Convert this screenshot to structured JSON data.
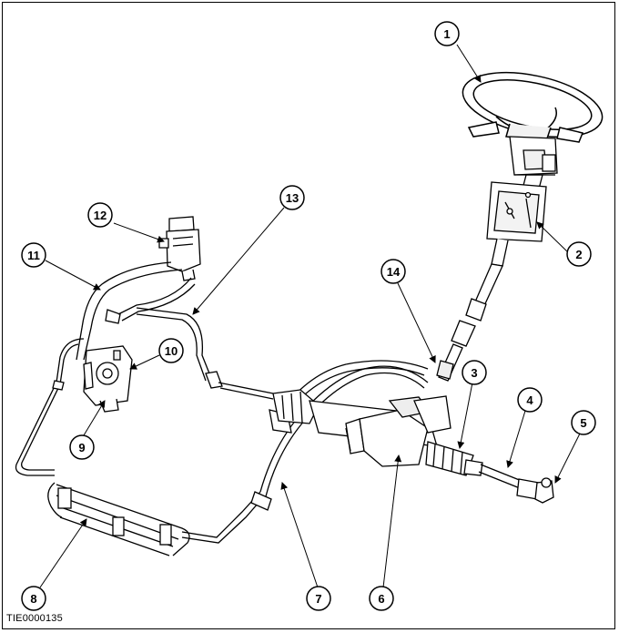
{
  "figure_id": "TIE0000135",
  "callouts": [
    {
      "label": "1"
    },
    {
      "label": "2"
    },
    {
      "label": "3"
    },
    {
      "label": "4"
    },
    {
      "label": "5"
    },
    {
      "label": "6"
    },
    {
      "label": "7"
    },
    {
      "label": "8"
    },
    {
      "label": "9"
    },
    {
      "label": "10"
    },
    {
      "label": "11"
    },
    {
      "label": "12"
    },
    {
      "label": "13"
    },
    {
      "label": "14"
    }
  ]
}
